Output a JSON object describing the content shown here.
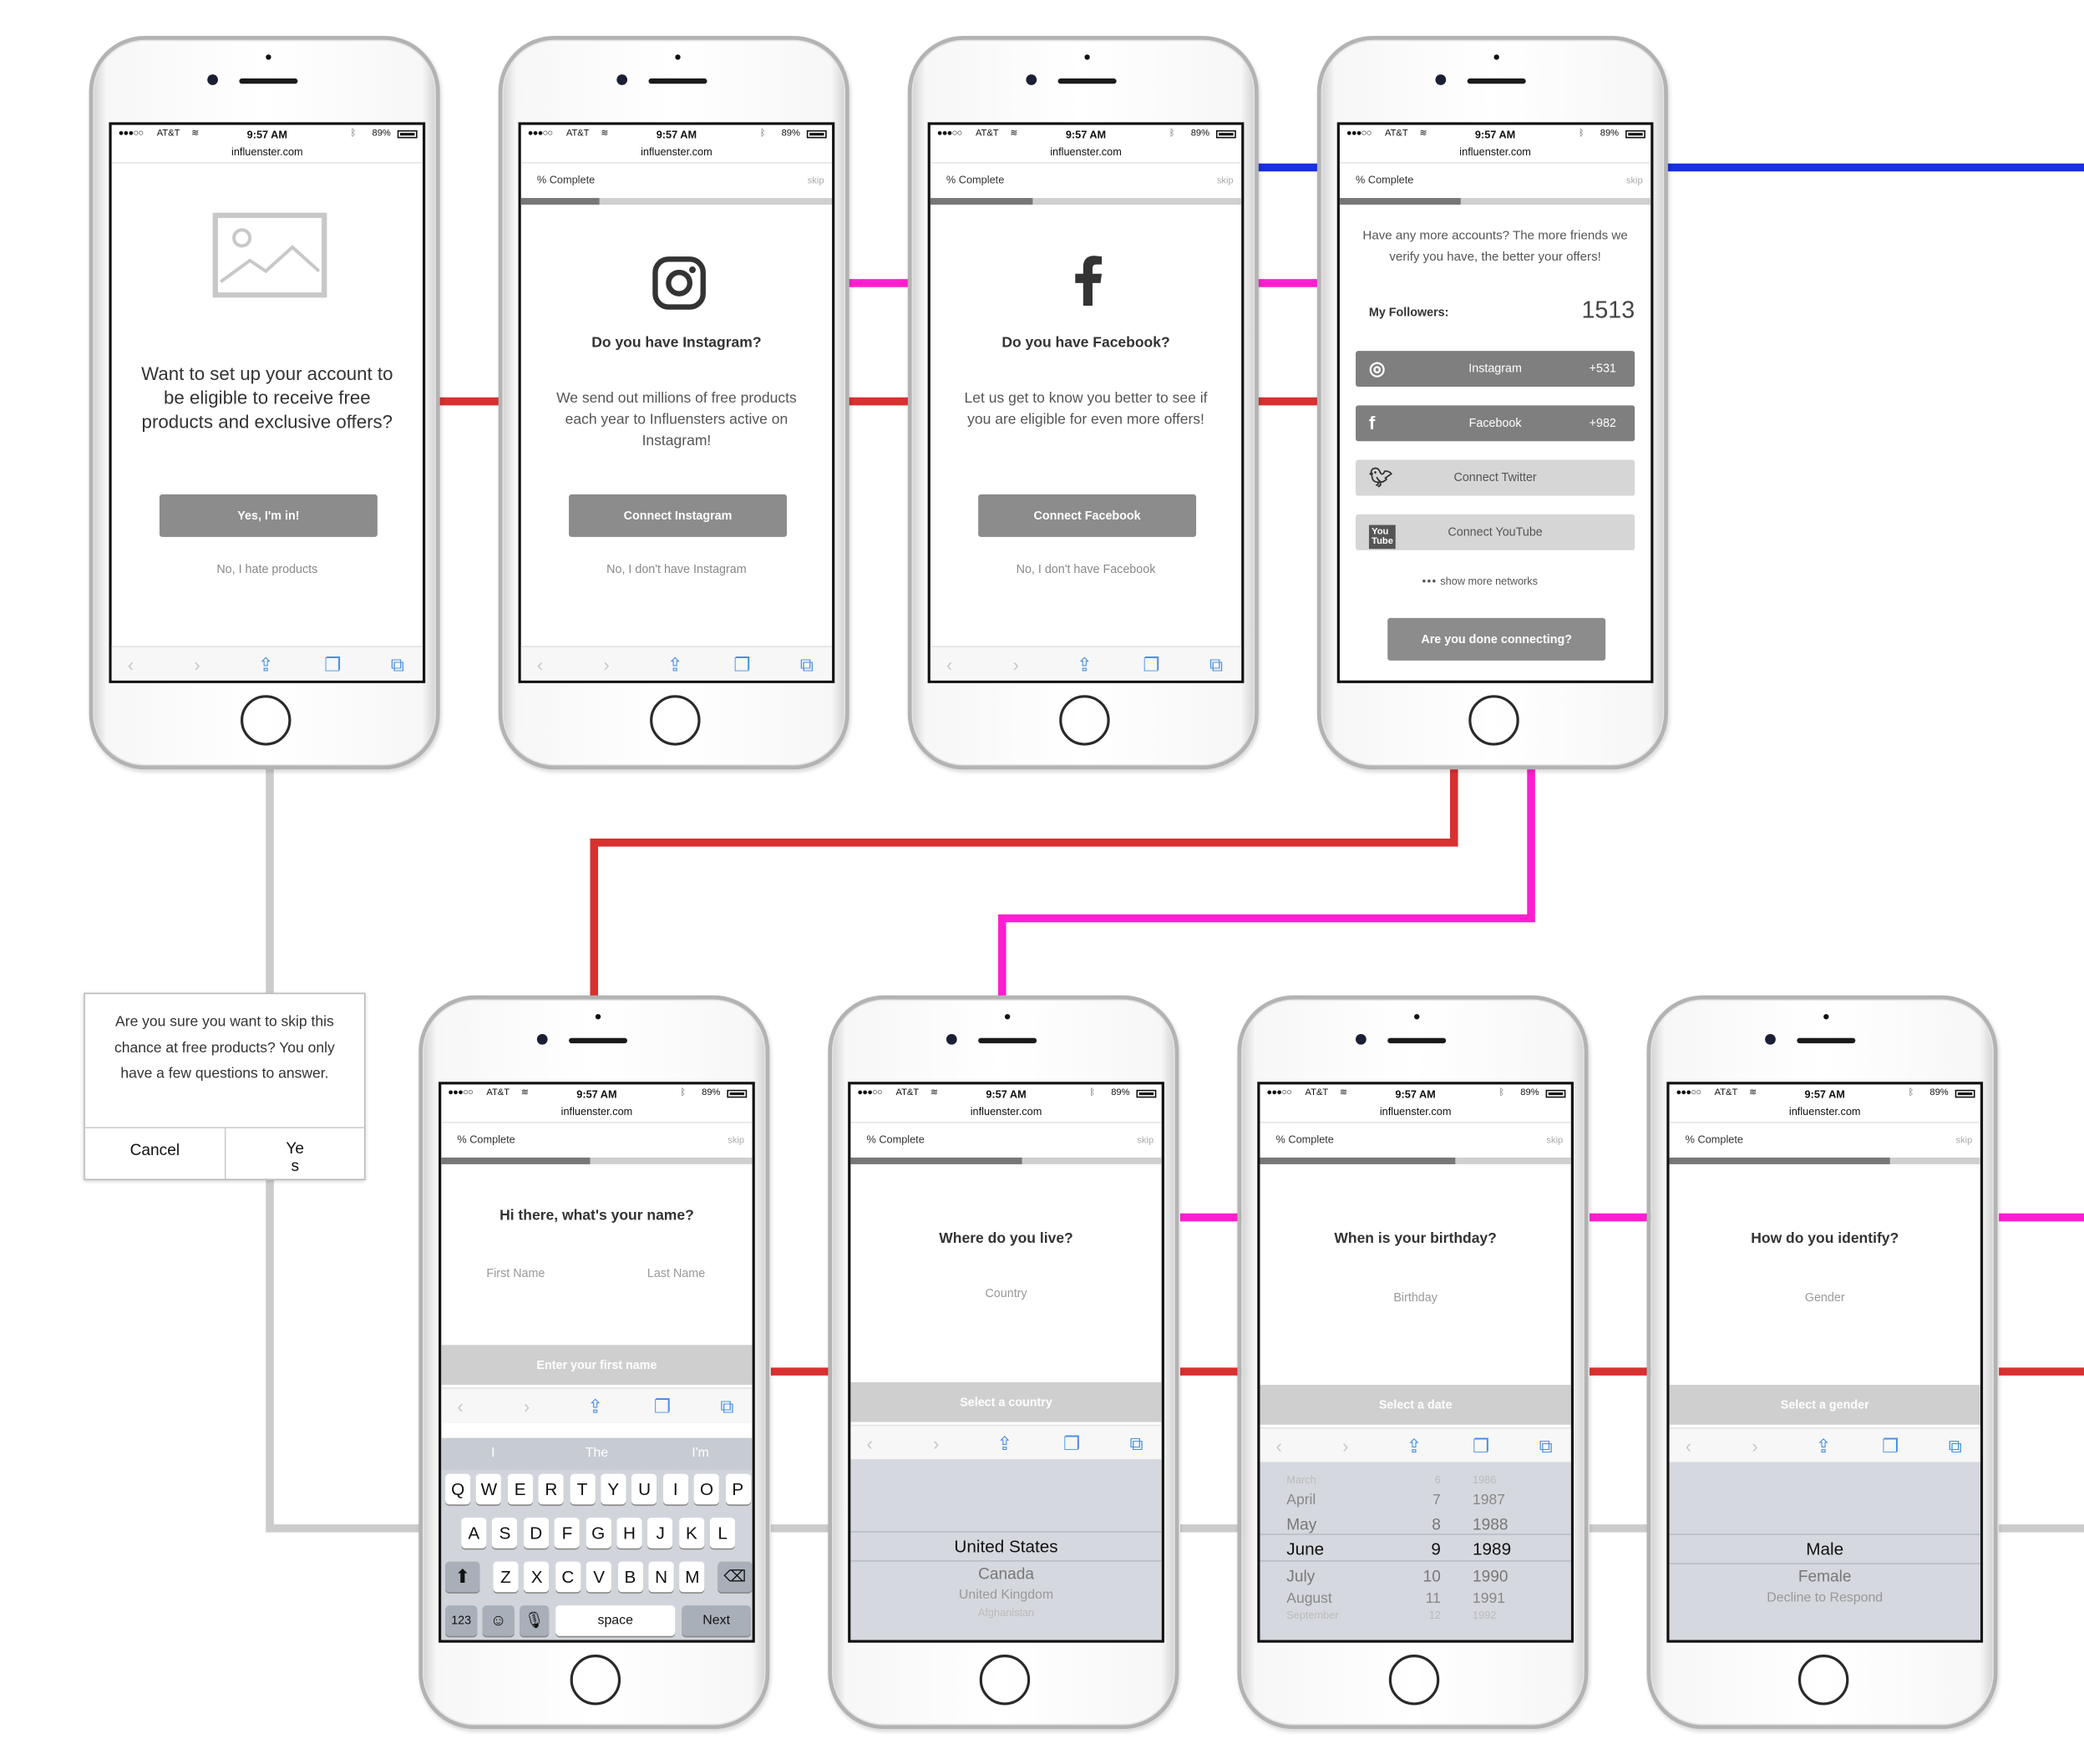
{
  "status": {
    "signal": "●●●○○",
    "carrier": "AT&T",
    "time": "9:57 AM",
    "battery": "89%",
    "url": "influenster.com"
  },
  "common": {
    "progress_label": "% Complete",
    "skip": "skip"
  },
  "colors": {
    "red": "#d93030",
    "magenta": "#ff1ecf",
    "blue": "#1a2fe0",
    "gray": "#cccccc"
  },
  "screen1": {
    "question": "Want to set up your account to be eligible to receive free products and exclusive offers?",
    "primary": "Yes, I'm in!",
    "secondary": "No, I hate products"
  },
  "screen2": {
    "question": "Do you have Instagram?",
    "body": "We send out millions of free products each year to Influensters active on Instagram!",
    "primary": "Connect Instagram",
    "secondary": "No, I don't have Instagram",
    "progress": 0.25
  },
  "screen3": {
    "question": "Do you have Facebook?",
    "body": "Let us get to know you better to see if you are eligible for even more offers!",
    "primary": "Connect Facebook",
    "secondary": "No, I don't have Facebook",
    "progress": 0.33
  },
  "screen4": {
    "body": "Have any more accounts? The more friends we verify you have, the better your offers!",
    "followers_label": "My Followers:",
    "followers": "1513",
    "networks": [
      {
        "label": "Instagram",
        "count": "+531",
        "icon": "instagram-icon"
      },
      {
        "label": "Facebook",
        "count": "+982",
        "icon": "facebook-icon"
      },
      {
        "label": "Connect Twitter",
        "count": "",
        "icon": "twitter-icon"
      },
      {
        "label": "Connect YouTube",
        "count": "",
        "icon": "youtube-icon"
      }
    ],
    "more": "show more networks",
    "primary": "Are you done connecting?",
    "progress": 0.39
  },
  "dialog": {
    "message": "Are you sure you want to skip this chance at free products? You only have a few questions to answer.",
    "cancel": "Cancel",
    "yes": "Yes"
  },
  "screen5": {
    "question": "Hi there, what's your name?",
    "first": "First Name",
    "last": "Last Name",
    "action": "Enter your first name",
    "suggestions": [
      "I",
      "The",
      "I'm"
    ],
    "rows": [
      [
        "Q",
        "W",
        "E",
        "R",
        "T",
        "Y",
        "U",
        "I",
        "O",
        "P"
      ],
      [
        "A",
        "S",
        "D",
        "F",
        "G",
        "H",
        "J",
        "K",
        "L"
      ],
      [
        "Z",
        "X",
        "C",
        "V",
        "B",
        "N",
        "M"
      ]
    ],
    "num": "123",
    "space": "space",
    "next": "Next",
    "progress": 0.48
  },
  "screen6": {
    "question": "Where do you live?",
    "field": "Country",
    "action": "Select a country",
    "options": [
      "United States",
      "Canada",
      "United Kingdom",
      "Afghanistan"
    ],
    "progress": 0.55
  },
  "screen7": {
    "question": "When is your birthday?",
    "field": "Birthday",
    "action": "Select a date",
    "months": [
      "March",
      "April",
      "May",
      "June",
      "July",
      "August",
      "September"
    ],
    "days": [
      "6",
      "7",
      "8",
      "9",
      "10",
      "11",
      "12"
    ],
    "years": [
      "1986",
      "1987",
      "1988",
      "1989",
      "1990",
      "1991",
      "1992"
    ],
    "progress": 0.63
  },
  "screen8": {
    "question": "How do you identify?",
    "field": "Gender",
    "action": "Select a gender",
    "options": [
      "Male",
      "Female",
      "Decline to Respond"
    ],
    "progress": 0.71
  }
}
